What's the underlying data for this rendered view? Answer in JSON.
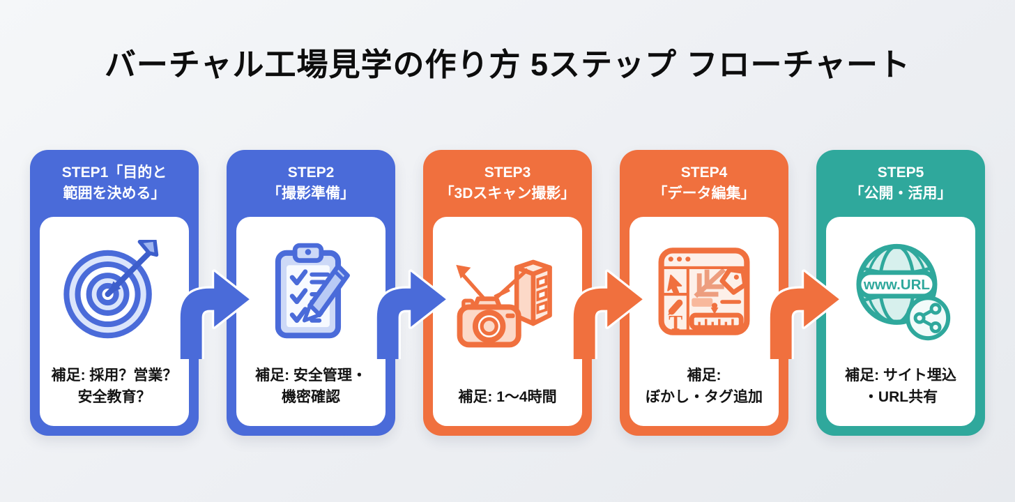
{
  "title": "バーチャル工場見学の作り方 5ステップ フローチャート",
  "colors": {
    "background": "#edeff3",
    "blue": "#4a6bd9",
    "orange": "#f0703e",
    "teal": "#2fa89c",
    "card_inner": "#ffffff",
    "header_text": "#ffffff",
    "note_text": "#141414",
    "title_text": "#0d0d0d"
  },
  "steps": [
    {
      "id": "step1",
      "header": "STEP1「目的と\n範囲を決める」",
      "note": "補足: 採用？営業？\n安全教育？",
      "color": "#4a6bd9",
      "icon": "target-dart-icon"
    },
    {
      "id": "step2",
      "header": "STEP2\n「撮影準備」",
      "note": "補足: 安全管理・\n機密確認",
      "color": "#4a6bd9",
      "icon": "clipboard-checklist-pencil-icon"
    },
    {
      "id": "step3",
      "header": "STEP3\n「3Dスキャン撮影」",
      "note": "補足: 1〜4時間",
      "color": "#f0703e",
      "icon": "3d-scan-camera-building-icon"
    },
    {
      "id": "step4",
      "header": "STEP4\n「データ編集」",
      "note": "補足:\nぼかし・タグ追加",
      "color": "#f0703e",
      "icon": "editor-window-icon",
      "icon_text": "T"
    },
    {
      "id": "step5",
      "header": "STEP5\n「公開・活用」",
      "note": "補足: サイト埋込\n・URL共有",
      "color": "#2fa89c",
      "icon": "globe-url-share-icon",
      "icon_label": "www.URL"
    }
  ],
  "arrows": [
    {
      "between": "step1-step2",
      "color": "#4a6bd9"
    },
    {
      "between": "step2-step3",
      "color": "#4a6bd9"
    },
    {
      "between": "step3-step4",
      "color": "#f0703e"
    },
    {
      "between": "step4-step5",
      "color": "#f0703e"
    }
  ]
}
